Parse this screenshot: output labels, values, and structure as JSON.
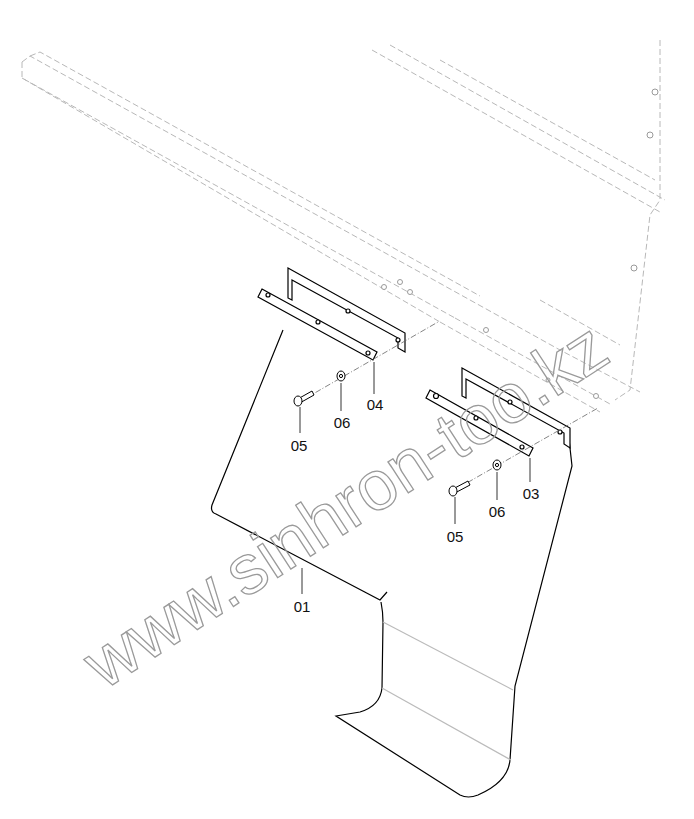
{
  "diagram": {
    "labels": [
      "04",
      "06",
      "05",
      "03",
      "06",
      "05",
      "01",
      "www.sinhron-too.kz"
    ]
  }
}
